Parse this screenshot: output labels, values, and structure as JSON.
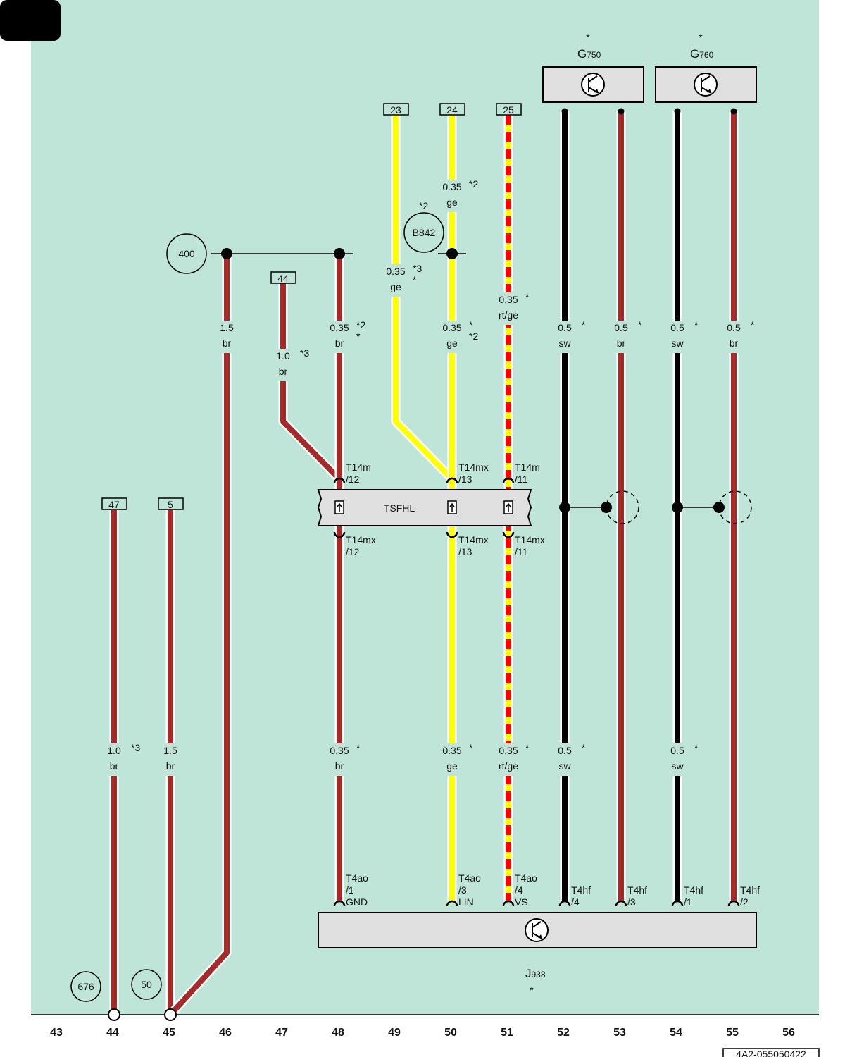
{
  "doc_id": "4A2-055050422",
  "components": {
    "G750": {
      "letter": "G",
      "sub": "750",
      "star": "*"
    },
    "G760": {
      "letter": "G",
      "sub": "760",
      "star": "*"
    },
    "J938": {
      "letter": "J",
      "sub": "938",
      "star": "*"
    },
    "TSFHL": {
      "label": "TSFHL"
    },
    "B842": {
      "label": "B842",
      "note": "*2"
    }
  },
  "connection_circles": {
    "c400": "400",
    "c676": "676",
    "c50": "50"
  },
  "ref_boxes": {
    "r23": "23",
    "r24": "24",
    "r25": "25",
    "r44": "44",
    "r47": "47",
    "r5": "5"
  },
  "wire_labels": {
    "w46": {
      "size": "1.5",
      "color": "br",
      "note": ""
    },
    "w47": {
      "size": "1.0",
      "color": "br",
      "note": "*3"
    },
    "w48_top": {
      "size": "0.35",
      "color": "br",
      "note": "*2",
      "note2": "*"
    },
    "w49": {
      "size": "0.35",
      "color": "ge",
      "note": "*3",
      "note2": "*"
    },
    "w50_a": {
      "size": "0.35",
      "color": "ge",
      "note": "*2"
    },
    "w50_b": {
      "size": "0.35",
      "color": "ge",
      "note": "*",
      "note2": "*2"
    },
    "w51_top": {
      "size": "0.35",
      "color": "rt/ge",
      "note": "*"
    },
    "w52_top": {
      "size": "0.5",
      "color": "sw",
      "note": "*"
    },
    "w53_top": {
      "size": "0.5",
      "color": "br",
      "note": "*"
    },
    "w54_top": {
      "size": "0.5",
      "color": "sw",
      "note": "*"
    },
    "w55_top": {
      "size": "0.5",
      "color": "br",
      "note": "*"
    },
    "w44": {
      "size": "1.0",
      "color": "br",
      "note": "*3"
    },
    "w45": {
      "size": "1.5",
      "color": "br",
      "note": ""
    },
    "w48_bot": {
      "size": "0.35",
      "color": "br",
      "note": "*"
    },
    "w50_bot": {
      "size": "0.35",
      "color": "ge",
      "note": "*"
    },
    "w51_bot": {
      "size": "0.35",
      "color": "rt/ge",
      "note": "*"
    },
    "w52_bot": {
      "size": "0.5",
      "color": "sw",
      "note": "*"
    },
    "w54_bot": {
      "size": "0.5",
      "color": "sw",
      "note": "*"
    }
  },
  "pins": {
    "t14m_12": [
      "T14m",
      "/12"
    ],
    "t14mx_13_top": [
      "T14mx",
      "/13"
    ],
    "t14m_11": [
      "T14m",
      "/11"
    ],
    "t14mx_12": [
      "T14mx",
      "/12"
    ],
    "t14mx_13": [
      "T14mx",
      "/13"
    ],
    "t14mx_11": [
      "T14mx",
      "/11"
    ],
    "t4ao_1": [
      "T4ao",
      "/1",
      "GND"
    ],
    "t4ao_3": [
      "T4ao",
      "/3",
      "LIN"
    ],
    "t4ao_4": [
      "T4ao",
      "/4",
      "VS"
    ],
    "t4hf_4": [
      "T4hf",
      "/4"
    ],
    "t4hf_3": [
      "T4hf",
      "/3"
    ],
    "t4hf_1": [
      "T4hf",
      "/1"
    ],
    "t4hf_2": [
      "T4hf",
      "/2"
    ]
  },
  "axis_numbers": [
    "43",
    "44",
    "45",
    "46",
    "47",
    "48",
    "49",
    "50",
    "51",
    "52",
    "53",
    "54",
    "55",
    "56"
  ],
  "colors": {
    "background": "#bfe5d8",
    "br": "#a52a2a",
    "ge": "#ffff00",
    "rt": "#ff0000",
    "sw": "#000000",
    "component_fill": "#e0e0e0"
  }
}
